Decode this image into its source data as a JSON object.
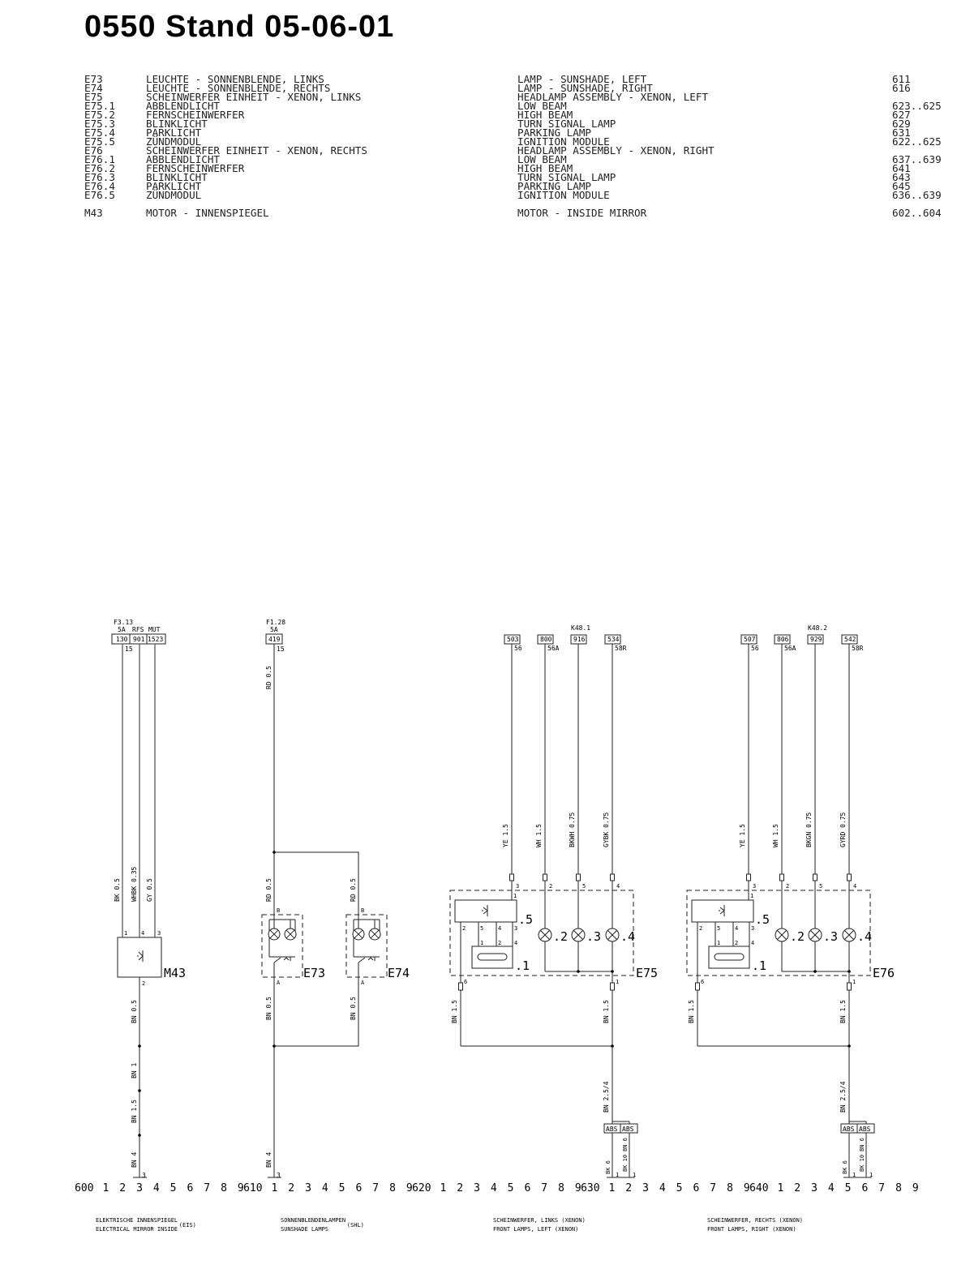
{
  "title": "0550 Stand 05-06-01",
  "legend": {
    "rows": [
      {
        "code": "E73",
        "de": "LEUCHTE - SONNENBLENDE, LINKS",
        "en": "LAMP - SUNSHADE, LEFT",
        "page": "611"
      },
      {
        "code": "E74",
        "de": "LEUCHTE - SONNENBLENDE, RECHTS",
        "en": "LAMP - SUNSHADE, RIGHT",
        "page": "616"
      },
      {
        "code": "E75",
        "de": "SCHEINWERFER EINHEIT - XENON, LINKS",
        "en": "HEADLAMP ASSEMBLY - XENON, LEFT",
        "page": ""
      },
      {
        "code": "E75.1",
        "de": "ABBLENDLICHT",
        "en": "LOW BEAM",
        "page": "623..625"
      },
      {
        "code": "E75.2",
        "de": "FERNSCHEINWERFER",
        "en": "HIGH BEAM",
        "page": "627"
      },
      {
        "code": "E75.3",
        "de": "BLINKLICHT",
        "en": "TURN SIGNAL LAMP",
        "page": "629"
      },
      {
        "code": "E75.4",
        "de": "PARKLICHT",
        "en": "PARKING LAMP",
        "page": "631"
      },
      {
        "code": "E75.5",
        "de": "ZÜNDMODUL",
        "en": "IGNITION MODULE",
        "page": "622..625"
      },
      {
        "code": "E76",
        "de": "SCHEINWERFER EINHEIT - XENON, RECHTS",
        "en": "HEADLAMP ASSEMBLY - XENON, RIGHT",
        "page": ""
      },
      {
        "code": "E76.1",
        "de": "ABBLENDLICHT",
        "en": "LOW BEAM",
        "page": "637..639"
      },
      {
        "code": "E76.2",
        "de": "FERNSCHEINWERFER",
        "en": "HIGH BEAM",
        "page": "641"
      },
      {
        "code": "E76.3",
        "de": "BLINKLICHT",
        "en": "TURN SIGNAL LAMP",
        "page": "643"
      },
      {
        "code": "E76.4",
        "de": "PARKLICHT",
        "en": "PARKING LAMP",
        "page": "645"
      },
      {
        "code": "E76.5",
        "de": "ZÜNDMODUL",
        "en": "IGNITION MODULE",
        "page": "636..639"
      }
    ],
    "m43": {
      "code": "M43",
      "de": "MOTOR - INNENSPIEGEL",
      "en": "MOTOR - INSIDE MIRROR",
      "page": "602..604"
    }
  },
  "mirror": {
    "fuse": "F3.13",
    "amp": "5A",
    "rfs": "RFS",
    "mut": "MUT",
    "cells": [
      "130",
      "901",
      "1523"
    ],
    "term": "15",
    "wires": [
      "BK 0.5",
      "WHBK 0.35",
      "GY 0.5"
    ],
    "pins": [
      "1",
      "4",
      "3"
    ],
    "out_pin": "2",
    "label": "M43",
    "down": [
      "BN 0.5",
      "BN 1",
      "BN 1.5",
      "BN 4"
    ],
    "ground_pin": "3"
  },
  "sunshade": {
    "fuse": "F1.28",
    "amp": "5A",
    "cell": "419",
    "term": "15",
    "feed": "RD 0.5",
    "branch_left": "RD 0.5",
    "branch_right": "RD 0.5",
    "pin_b": "B",
    "pin_a": "A",
    "left_label": "E73",
    "right_label": "E74",
    "down_left": "BN 0.5",
    "down_right": "BN 0.5",
    "main_down": "BN 4",
    "ground_pin": "3"
  },
  "headlamps": [
    {
      "label": "E75",
      "k": "K48.1",
      "cells": [
        "503",
        "800",
        "916",
        "534"
      ],
      "terms": [
        "56",
        "56A",
        "",
        "58R"
      ],
      "wires": [
        "YE 1.5",
        "WH 1.5",
        "BKWH 0.75",
        "GYBK 0.75"
      ],
      "pins": [
        "3",
        "2",
        "5",
        "4"
      ],
      "module_pin_top": "1",
      "module_pins": [
        "2",
        "5",
        "4",
        "3"
      ],
      "inner_pins": [
        "1",
        "2",
        "4"
      ],
      "subs": [
        ".5",
        ".1",
        ".2",
        ".3",
        ".4"
      ],
      "out_pins": [
        "6",
        "1"
      ],
      "out_wires": [
        "BN 1.5",
        "BN 1.5"
      ],
      "main": "BN 2.5/4",
      "abs": [
        "ABS",
        "ABS"
      ],
      "gnd_wires": [
        "BK 6",
        "BN 6",
        "BK 10"
      ],
      "gnd_pins": [
        "1",
        "1"
      ]
    },
    {
      "label": "E76",
      "k": "K48.2",
      "cells": [
        "507",
        "806",
        "929",
        "542"
      ],
      "terms": [
        "56",
        "56A",
        "",
        "58R"
      ],
      "wires": [
        "YE 1.5",
        "WH 1.5",
        "BKGN 0.75",
        "GYRD 0.75"
      ],
      "pins": [
        "3",
        "2",
        "5",
        "4"
      ],
      "module_pin_top": "1",
      "module_pins": [
        "2",
        "5",
        "4",
        "3"
      ],
      "inner_pins": [
        "1",
        "2",
        "4"
      ],
      "subs": [
        ".5",
        ".1",
        ".2",
        ".3",
        ".4"
      ],
      "out_pins": [
        "6",
        "1"
      ],
      "out_wires": [
        "BN 1.5",
        "BN 1.5"
      ],
      "main": "BN 2.5/4",
      "abs": [
        "ABS",
        "ABS"
      ],
      "gnd_wires": [
        "BK 6",
        "BN 6",
        "BK 10"
      ],
      "gnd_pins": [
        "1",
        "1"
      ]
    }
  ],
  "scale": [
    "600",
    "1",
    "2",
    "3",
    "4",
    "5",
    "6",
    "7",
    "8",
    "9",
    "610",
    "1",
    "2",
    "3",
    "4",
    "5",
    "6",
    "7",
    "8",
    "9",
    "620",
    "1",
    "2",
    "3",
    "4",
    "5",
    "6",
    "7",
    "8",
    "9",
    "630",
    "1",
    "2",
    "3",
    "4",
    "5",
    "6",
    "7",
    "8",
    "9",
    "640",
    "1",
    "2",
    "3",
    "4",
    "5",
    "6",
    "7",
    "8",
    "9"
  ],
  "captions": [
    {
      "de": "ELEKTRISCHE INNENSPIEGEL",
      "en": "ELECTRICAL MIRROR INSIDE",
      "code": "(EIS)"
    },
    {
      "de": "SONNENBLENDENLAMPEN",
      "en": "SUNSHADE LAMPS",
      "code": "(SHL)"
    },
    {
      "de": "SCHEINWERFER, LINKS (XENON)",
      "en": "FRONT LAMPS, LEFT (XENON)",
      "code": ""
    },
    {
      "de": "SCHEINWERFER, RECHTS (XENON)",
      "en": "FRONT LAMPS, RIGHT (XENON)",
      "code": ""
    }
  ]
}
